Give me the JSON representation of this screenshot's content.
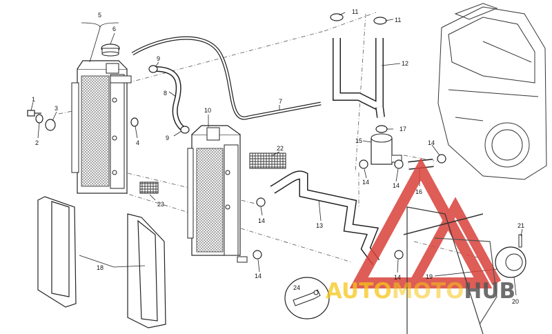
{
  "diagram": {
    "callouts": [
      {
        "id": "c1",
        "text": "1"
      },
      {
        "id": "c2",
        "text": "2"
      },
      {
        "id": "c3",
        "text": "3"
      },
      {
        "id": "c4",
        "text": "4"
      },
      {
        "id": "c5",
        "text": "5"
      },
      {
        "id": "c6",
        "text": "6"
      },
      {
        "id": "c7",
        "text": "7"
      },
      {
        "id": "c8",
        "text": "8"
      },
      {
        "id": "c9a",
        "text": "9"
      },
      {
        "id": "c9b",
        "text": "9"
      },
      {
        "id": "c10",
        "text": "10"
      },
      {
        "id": "c11a",
        "text": "11"
      },
      {
        "id": "c11b",
        "text": "11"
      },
      {
        "id": "c12",
        "text": "12"
      },
      {
        "id": "c13",
        "text": "13"
      },
      {
        "id": "c14a",
        "text": "14"
      },
      {
        "id": "c14b",
        "text": "14"
      },
      {
        "id": "c14c",
        "text": "14"
      },
      {
        "id": "c14d",
        "text": "14"
      },
      {
        "id": "c14e",
        "text": "14"
      },
      {
        "id": "c14f",
        "text": "14"
      },
      {
        "id": "c15",
        "text": "15"
      },
      {
        "id": "c16",
        "text": "16"
      },
      {
        "id": "c17",
        "text": "17"
      },
      {
        "id": "c18",
        "text": "18"
      },
      {
        "id": "c19",
        "text": "19"
      },
      {
        "id": "c20",
        "text": "20"
      },
      {
        "id": "c21",
        "text": "21"
      },
      {
        "id": "c22",
        "text": "22"
      },
      {
        "id": "c23",
        "text": "23"
      },
      {
        "id": "c24",
        "text": "24"
      }
    ]
  },
  "watermark": {
    "part1": "AUTO",
    "part2": "MOTO",
    "part3": "HUB",
    "color_accent": "#f5c518",
    "color_logo": "#d9413a",
    "color_dark": "#666666"
  }
}
